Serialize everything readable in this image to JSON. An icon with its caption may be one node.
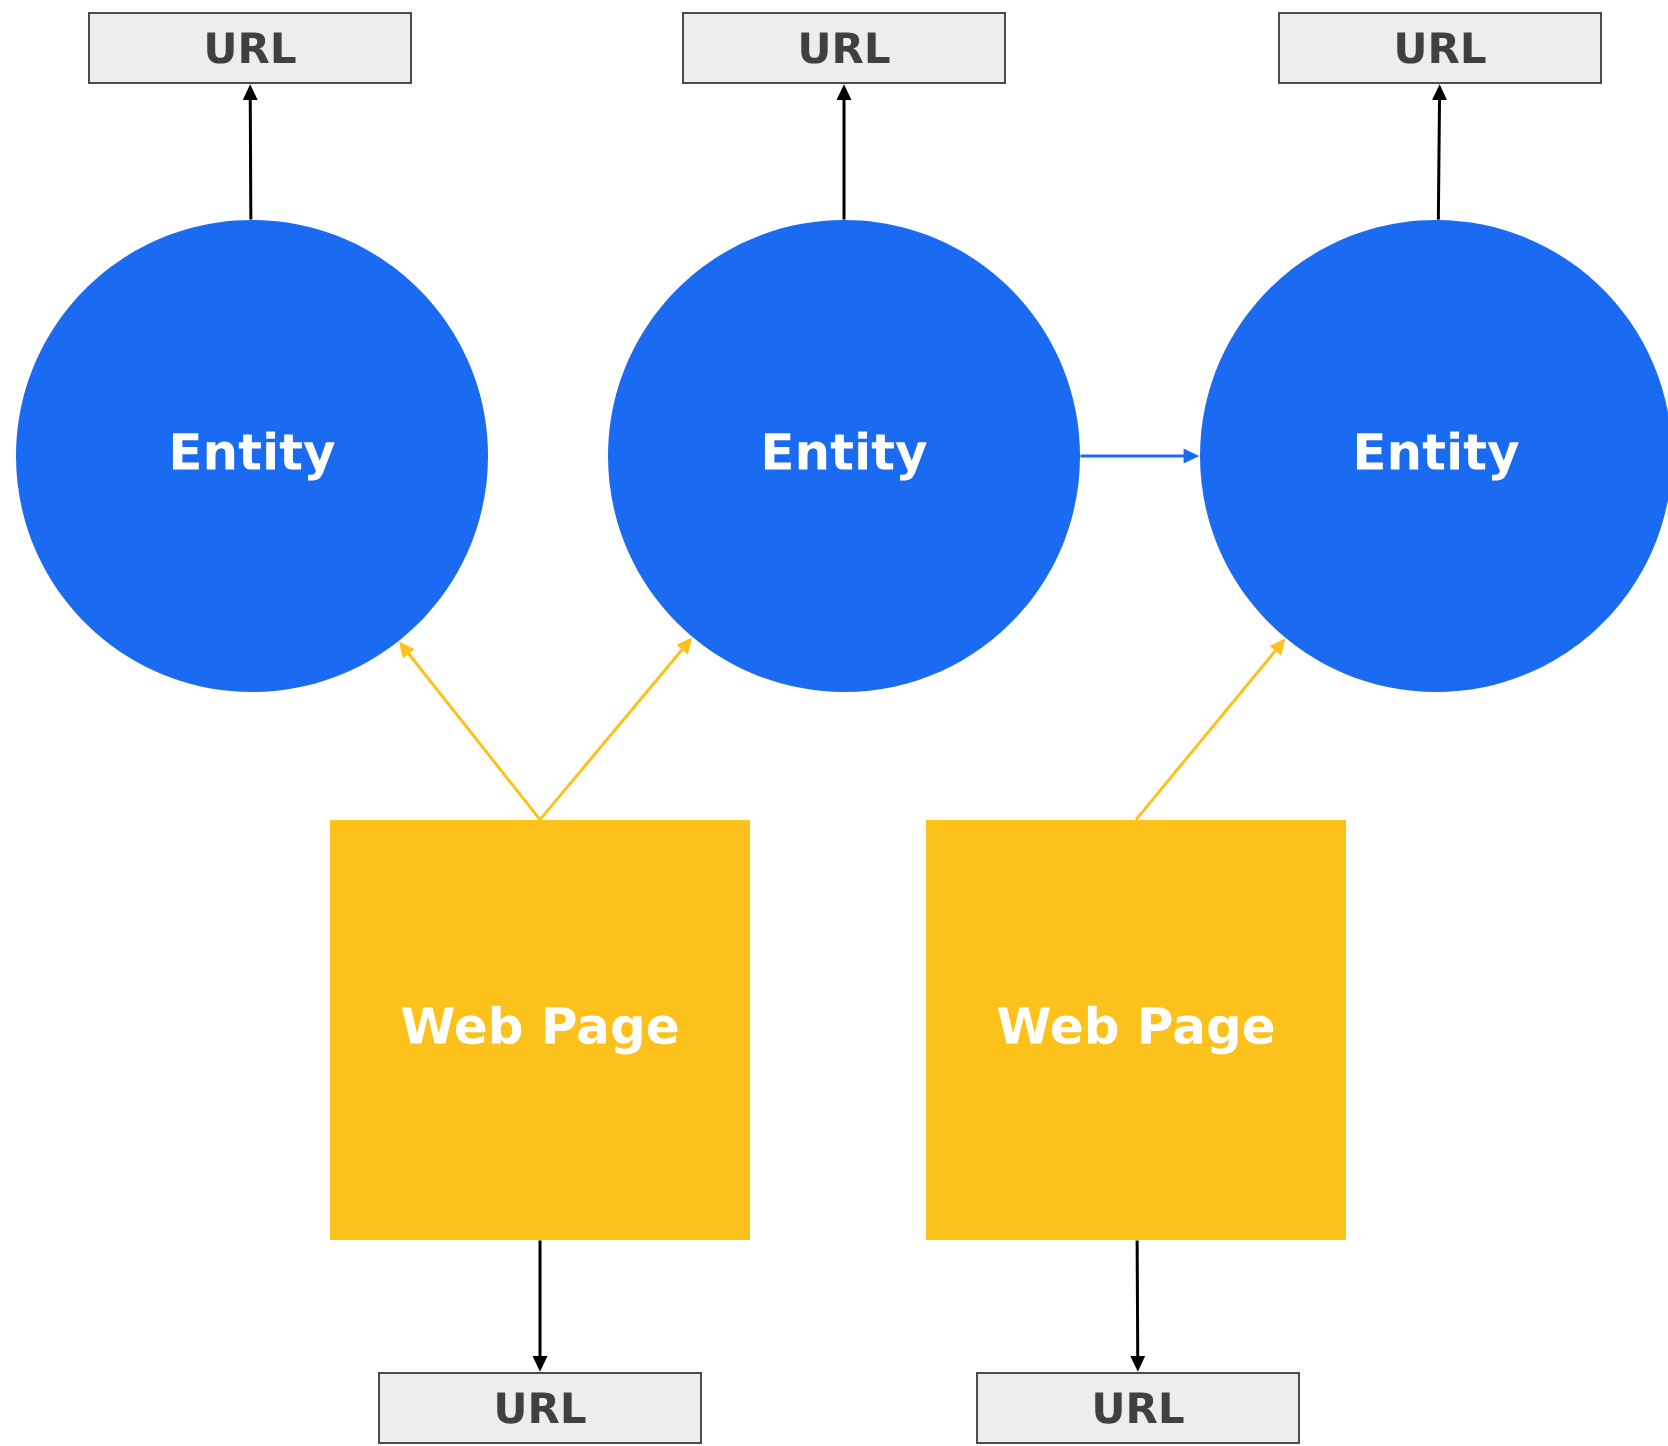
{
  "diagram": {
    "nodes": [
      {
        "text": [
          "URL"
        ]
      },
      {
        "text": [
          "URL"
        ]
      },
      {
        "text": [
          "URL"
        ]
      },
      {
        "text": [
          "Entity"
        ]
      },
      {
        "text": [
          "Entity"
        ]
      },
      {
        "text": [
          "Entity"
        ]
      },
      {
        "text": [
          "Web Page"
        ]
      },
      {
        "text": [
          "Web Page"
        ]
      },
      {
        "text": [
          "URL"
        ]
      },
      {
        "text": [
          "URL"
        ]
      }
    ],
    "edges": [
      {
        "from": 3,
        "to": 0,
        "arrow": "to"
      },
      {
        "from": 4,
        "to": 1,
        "arrow": "to"
      },
      {
        "from": 5,
        "to": 2,
        "arrow": "to"
      },
      {
        "from": 4,
        "to": 5,
        "arrow": "to",
        "color": "#1a6af2"
      },
      {
        "from": 6,
        "to": 3,
        "arrow": "to",
        "color": "#fcc21b"
      },
      {
        "from": 6,
        "to": 4,
        "arrow": "to",
        "color": "#fcc21b"
      },
      {
        "from": 7,
        "to": 5,
        "arrow": "to",
        "color": "#fcc21b"
      },
      {
        "from": 6,
        "to": 8,
        "arrow": "to"
      },
      {
        "from": 7,
        "to": 9,
        "arrow": "to"
      }
    ]
  }
}
